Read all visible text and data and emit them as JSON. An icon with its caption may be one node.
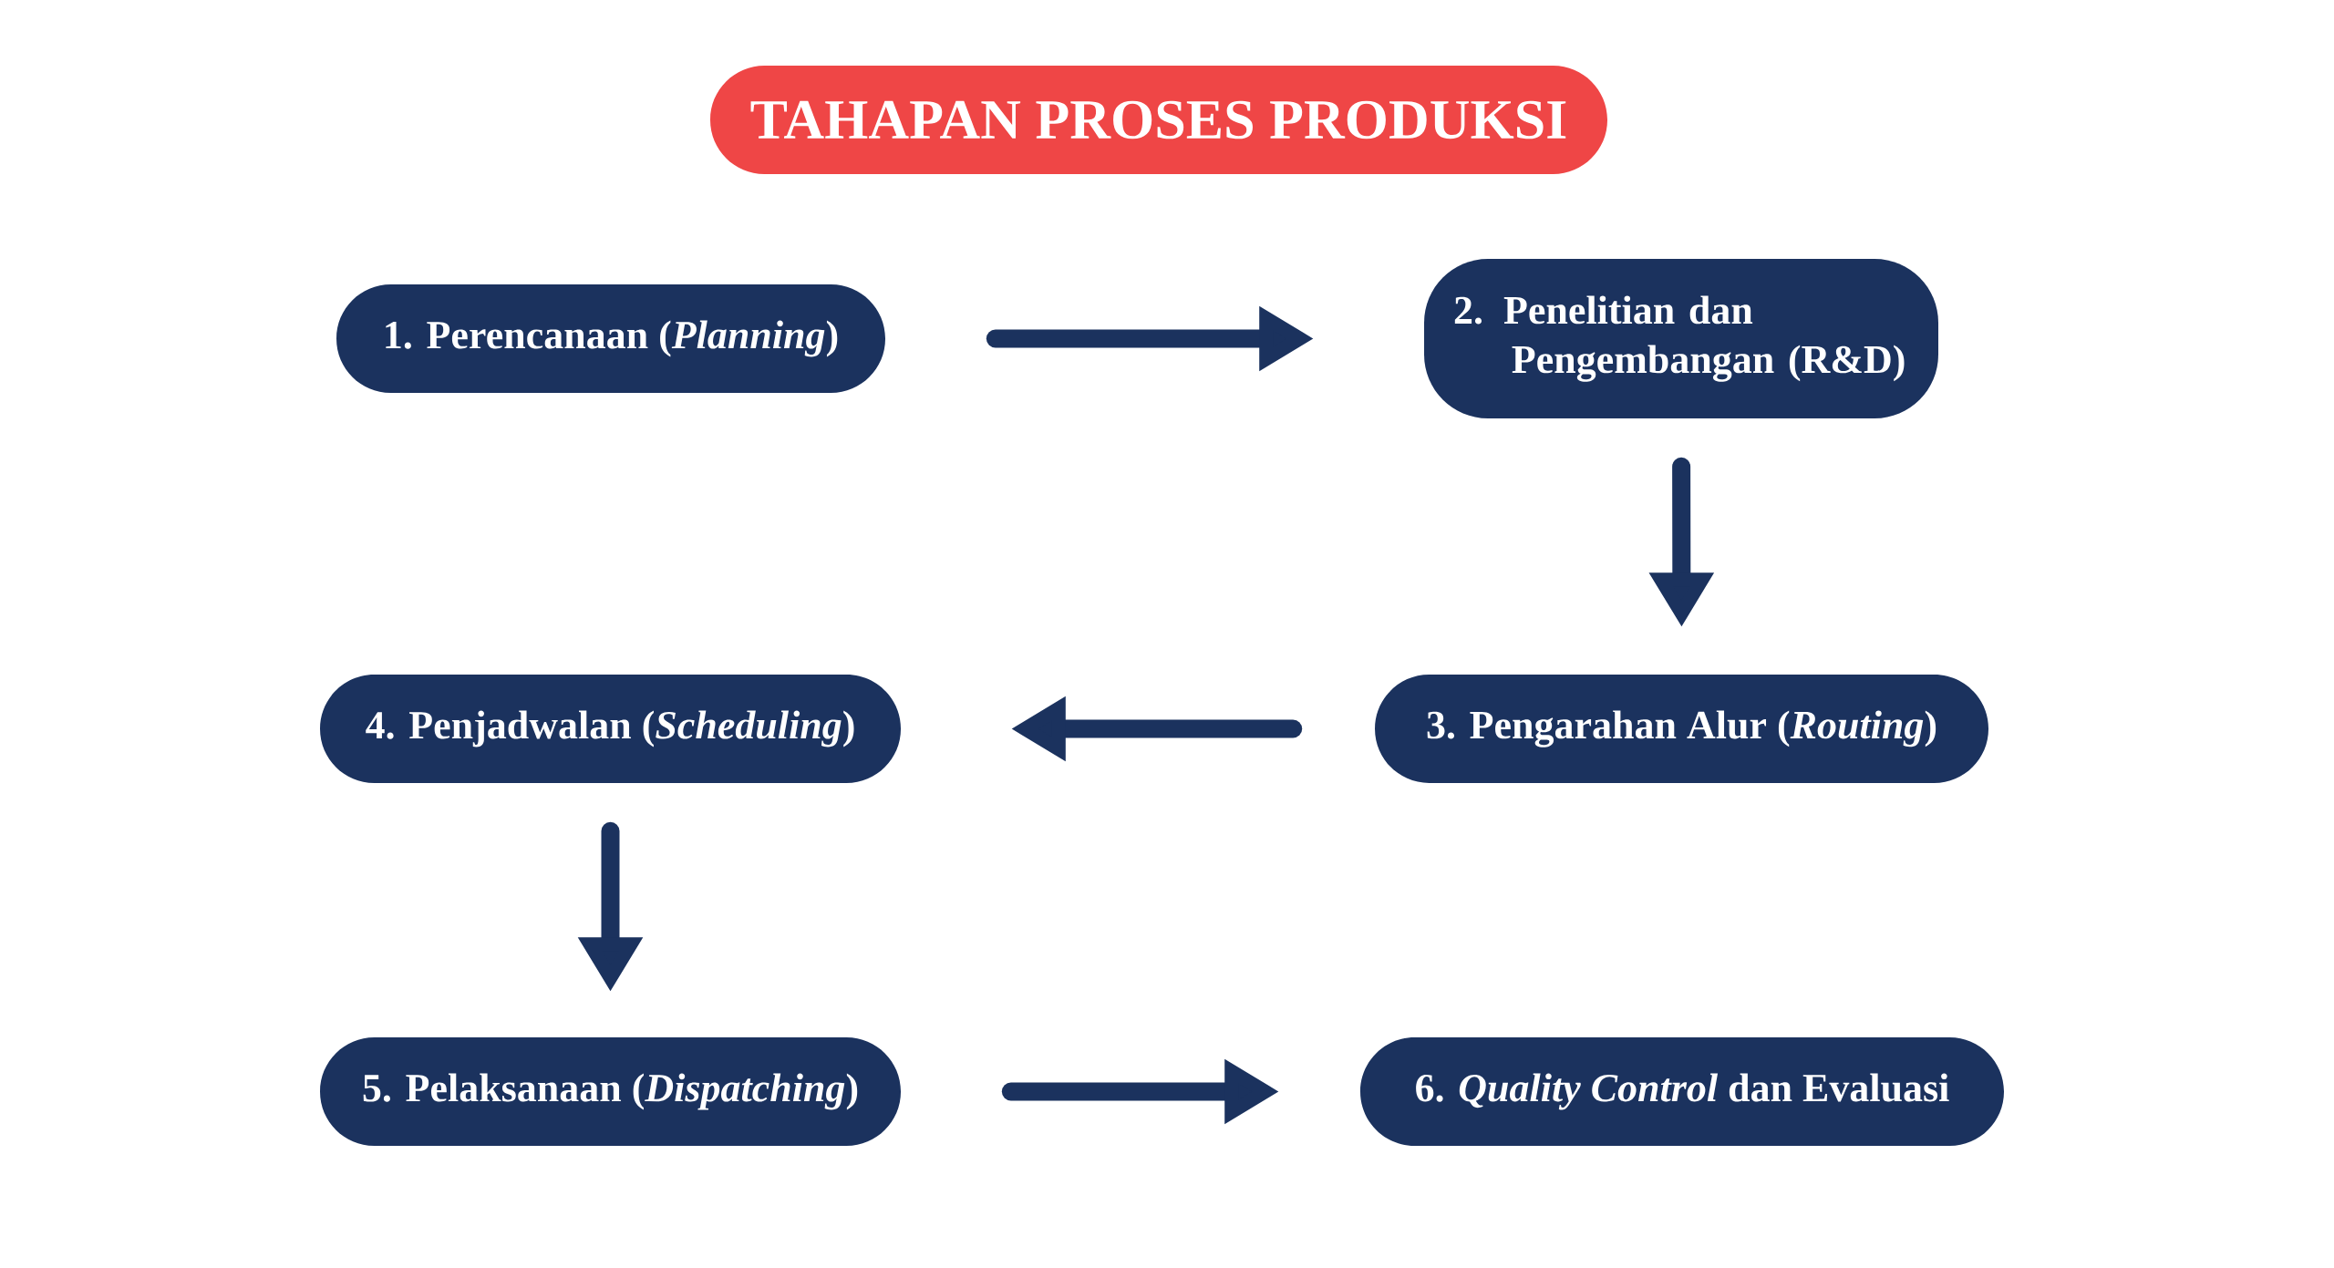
{
  "diagram": {
    "title": "TAHAPAN PROSES PRODUKSI",
    "nodes": [
      {
        "text": [
          "1. Perencanaan (*Planning*)"
        ]
      },
      {
        "text": [
          "2. Penelitian dan Pengembangan (R&D)"
        ]
      },
      {
        "text": [
          "3. Pengarahan Alur (*Routing*)"
        ]
      },
      {
        "text": [
          "4. Penjadwalan (*Scheduling*)"
        ]
      },
      {
        "text": [
          "5. Pelaksanaan (*Dispatching*)"
        ]
      },
      {
        "text": [
          "6. *Quality Control* dan Evaluasi"
        ]
      }
    ],
    "edges": [
      {
        "from": 0,
        "to": 1,
        "arrow": "to"
      },
      {
        "from": 1,
        "to": 2,
        "arrow": "to"
      },
      {
        "from": 2,
        "to": 3,
        "arrow": "to"
      },
      {
        "from": 3,
        "to": 4,
        "arrow": "to"
      },
      {
        "from": 4,
        "to": 5,
        "arrow": "to"
      }
    ]
  }
}
